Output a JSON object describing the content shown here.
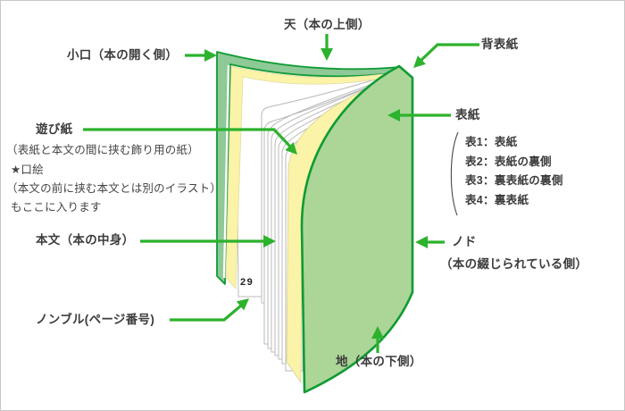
{
  "diagram": {
    "title_context": "book-anatomy-diagram",
    "labels": {
      "top_edge": "天（本の上側）",
      "spine": "背表紙",
      "fore_edge": "小口（本の開く側）",
      "cover": "表紙",
      "cover_list": [
        "表1：表紙",
        "表2：表紙の裏側",
        "表3：裏表紙の裏側",
        "表4：裏表紙"
      ],
      "flyleaf": "遊び紙",
      "flyleaf_desc": [
        "（表紙と本文の間に挟む飾り用の紙）",
        "★口絵",
        "（本文の前に挟む本文とは別のイラスト）",
        "もここに入ります"
      ],
      "body_text": "本文（本の中身）",
      "page_number_label": "ノンブル(ページ番号)",
      "gutter": "ノド",
      "gutter_desc": "（本の綴じられている側）",
      "bottom_edge": "地（本の下側）",
      "page_number": "29"
    },
    "colors": {
      "arrow_green": "#2cb22c",
      "cover_outline_green": "#0f9b33",
      "cover_face_green": "#abd698",
      "cover_edge_green": "#8ec998",
      "flyleaf_yellow": "#faf3a8",
      "page_edge_gray": "#bbbbbb",
      "page_white": "#ffffff",
      "frame_border": "#c8c8c8",
      "text_color": "#3a3a3a"
    }
  }
}
